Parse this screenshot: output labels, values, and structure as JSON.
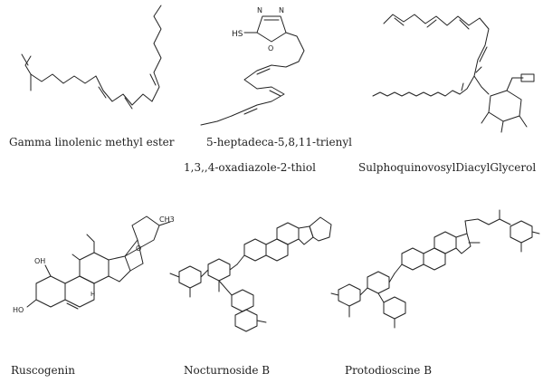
{
  "compounds": [
    {
      "name": "Gamma linolenic methyl ester"
    },
    {
      "name_line1": "5-heptadeca-5,8,11-trienyl",
      "name_line2": "1,3,,4-oxadiazole-2-thiol",
      "atoms": {
        "sh": "HS",
        "n1": "N",
        "n2": "N",
        "o": "O"
      }
    },
    {
      "name": "SulphoquinovosylDiacylGlycerol"
    },
    {
      "name": "Ruscogenin",
      "atoms": {
        "ch3": "CH3",
        "ho": "HO",
        "oh": "OH",
        "h": "H",
        "o": "O"
      }
    },
    {
      "name": "Nocturnoside B"
    },
    {
      "name": "Protodioscine B"
    }
  ]
}
